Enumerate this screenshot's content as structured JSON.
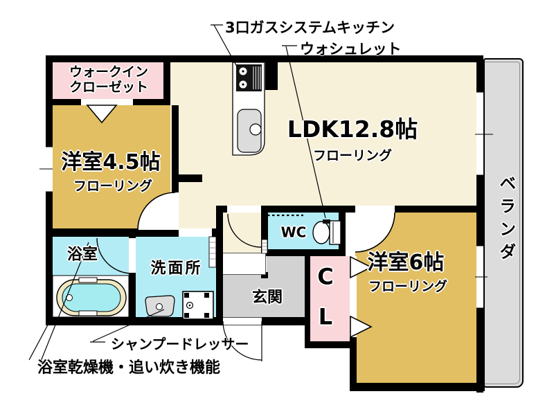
{
  "rooms": {
    "wic": {
      "line1": "ウォークイン",
      "line2": "クローゼット"
    },
    "bedroom45": {
      "name": "洋室4.5帖",
      "floor": "フローリング"
    },
    "ldk": {
      "name": "LDK12.8帖",
      "floor": "フローリング"
    },
    "bedroom6": {
      "name": "洋室6帖",
      "floor": "フローリング"
    },
    "wc": {
      "name": "WC"
    },
    "bath": {
      "name": "浴室"
    },
    "washroom": {
      "name": "洗面所"
    },
    "entrance": {
      "name": "玄関"
    },
    "closet": {
      "line1": "C",
      "line2": "L"
    },
    "veranda": {
      "name": "ベランダ"
    }
  },
  "annotations": {
    "kitchen": "3口ガスシステムキッチン",
    "washlet": "ウォシュレット",
    "shampoo_dresser": "シャンプードレッサー",
    "bath_features": "浴室乾燥機・追い炊き機能"
  },
  "fixtures": [
    "gas-stove",
    "kitchen-sink",
    "bathtub",
    "vanity-sink",
    "washing-machine-space",
    "toilet"
  ],
  "colors": {
    "wall": "#000000",
    "ldk_floor": "#f8f1da",
    "bedroom_floor": "#e2bf63",
    "closet_pink": "#fad7da",
    "wet_area_cyan": "#b4ecf6",
    "entrance_gray": "#d2d2d2",
    "veranda_gray": "#dcdcdc",
    "bathtub_rim": "#efe8c2",
    "bathtub_water": "#a5ecf0",
    "fixture_gray": "#dcdcdc"
  }
}
